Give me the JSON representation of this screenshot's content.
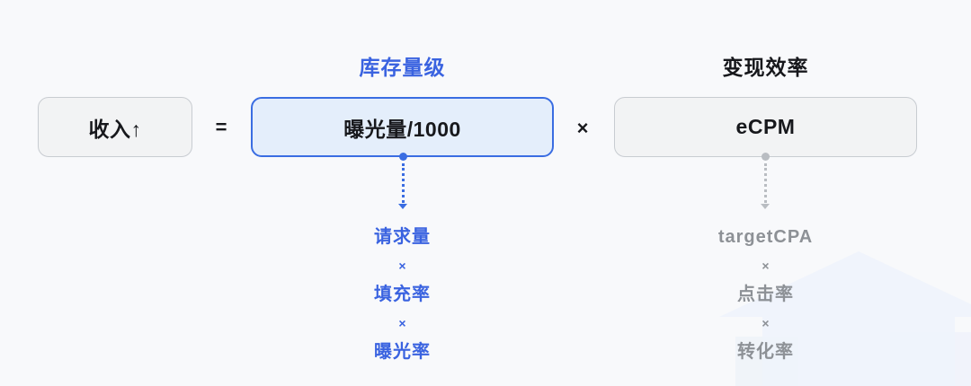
{
  "diagram": {
    "equals_sign": "=",
    "multiply_sign": "×",
    "result_box": {
      "label": "收入↑"
    },
    "inventory": {
      "title": "库存量级",
      "box_label": "曝光量/1000",
      "factors": [
        "请求量",
        "填充率",
        "曝光率"
      ]
    },
    "monetization": {
      "title": "变现效率",
      "box_label": "eCPM",
      "factors": [
        "targetCPA",
        "点击率",
        "转化率"
      ]
    },
    "colors": {
      "background": "#f8f9fb",
      "accent_blue": "#3a6de2",
      "blue_box_bg": "#e4eefb",
      "gray_box_bg": "#f2f3f4",
      "gray_box_border": "#c8ccd1",
      "dark_text": "#17181c",
      "gray_text": "#8d9196",
      "gray_connector": "#b9bdc2"
    }
  }
}
